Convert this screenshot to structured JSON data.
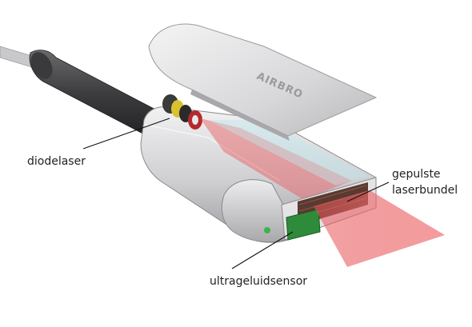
{
  "labels": {
    "diodelaser": "diodelaser",
    "gepulste_line1": "gepulste",
    "gepulste_line2": "laserbundel",
    "ultrageluidsensor": "ultrageluidsensor"
  },
  "device_lettering": "AIRBRO",
  "colors": {
    "background": "#ffffff",
    "text": "#222222",
    "leader_line": "#111111",
    "laser_beam": "#e8565a",
    "sensor": "#2e8b3a",
    "housing": "#d6d6d8",
    "cable": "#4a4a4c"
  }
}
